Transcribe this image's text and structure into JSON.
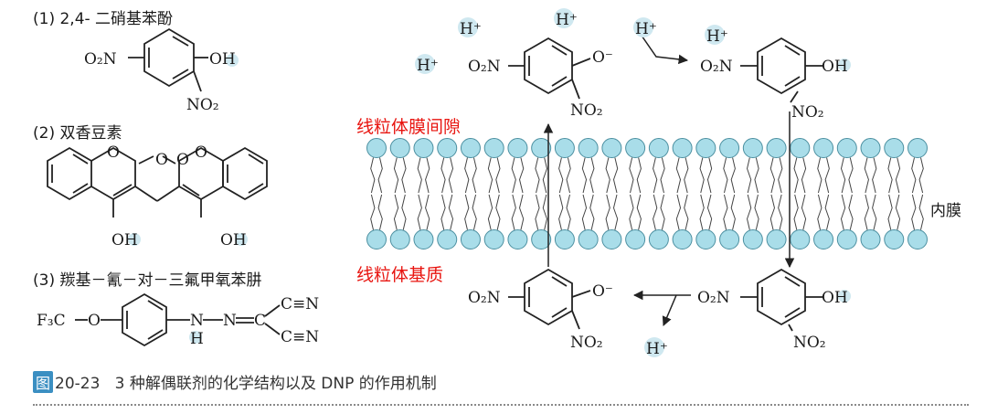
{
  "left": {
    "item1_label": "(1) 2,4- 二硝基苯酚",
    "item2_label": "(2) 双香豆素",
    "item3_label": "(3) 羰基－氰－对－三氟甲氧苯肼"
  },
  "right": {
    "intermembrane": "线粒体膜间隙",
    "matrix": "线粒体基质",
    "membrane": "内膜"
  },
  "chem": {
    "H": "H",
    "O": "O",
    "N": "N",
    "OH": "OH",
    "O2N": "O₂N",
    "NO2": "NO₂",
    "F3C": "F₃C",
    "CN": "C≡N",
    "Hplus": "H⁺",
    "Ominus": "O⁻"
  },
  "caption": {
    "badge": "图",
    "number": "20-23",
    "text": "3 种解偶联剂的化学结构以及 DNP 的作用机制"
  },
  "colors": {
    "label_red": "#e8140f",
    "lipid_head": "#a9dde9",
    "badge": "#3b8fc2"
  }
}
